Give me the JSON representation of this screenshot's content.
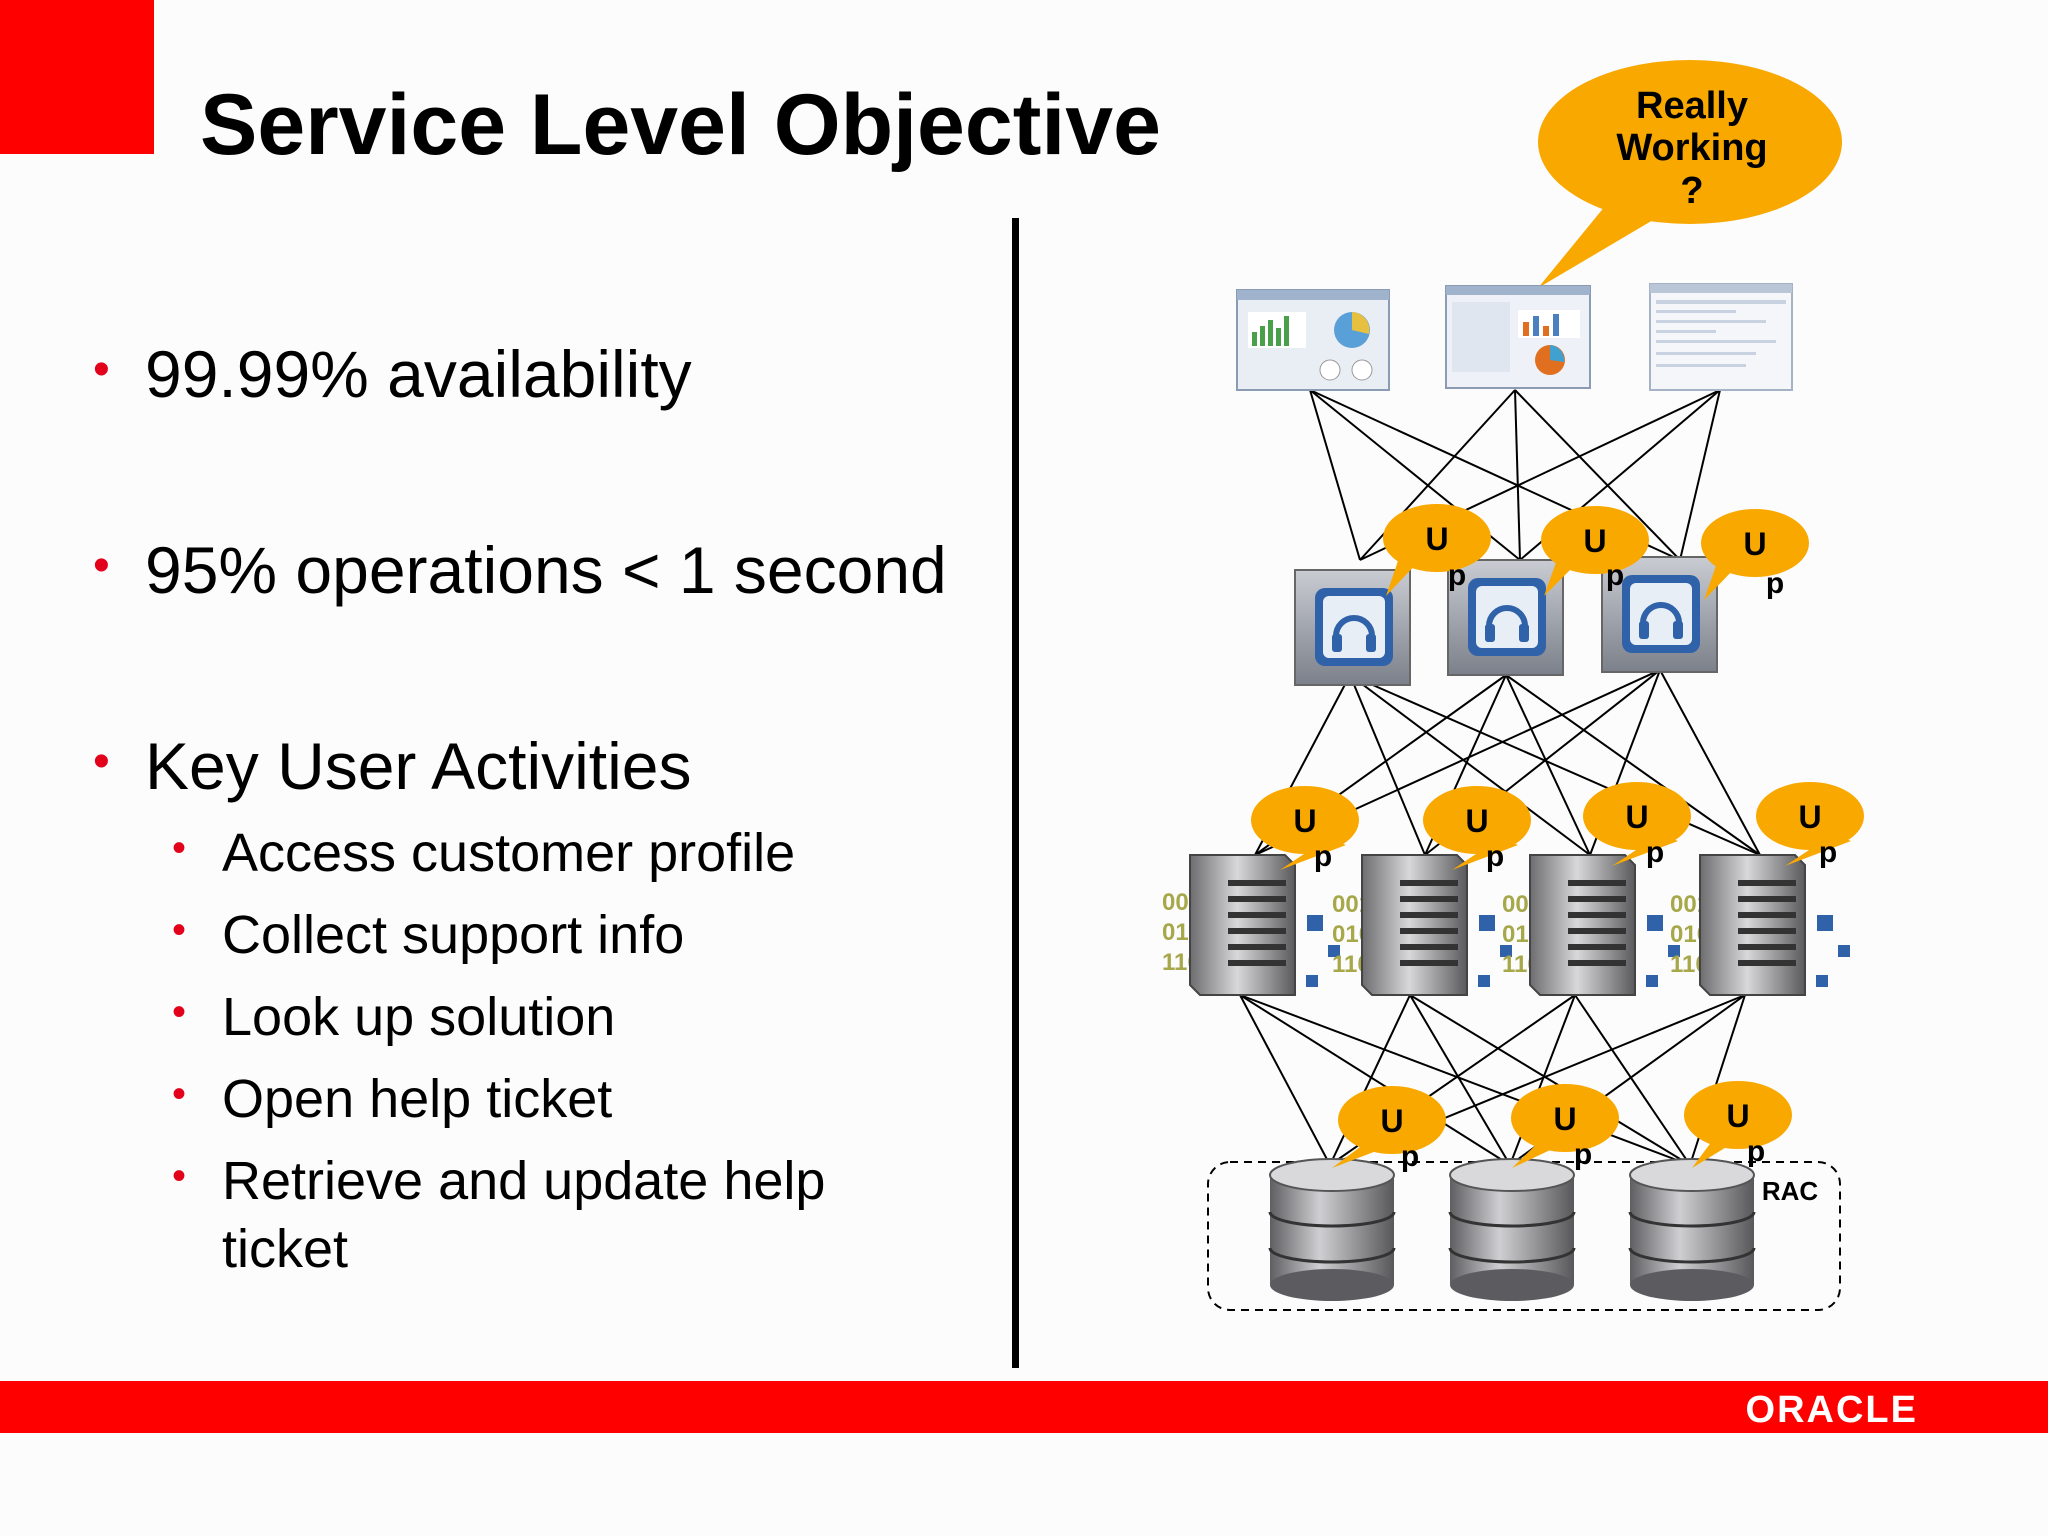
{
  "slide": {
    "title": "Service Level Objective",
    "bullets": [
      "99.99% availability",
      "95% operations < 1 second",
      "Key User Activities"
    ],
    "sub_bullets": [
      "Access customer profile",
      "Collect support info",
      "Look up solution",
      "Open help ticket",
      "Retrieve and update help",
      "ticket"
    ],
    "bullet_glyph": "•"
  },
  "diagram": {
    "speech_bubble": [
      "Really",
      "Working",
      "?"
    ],
    "up_label_top": "U",
    "up_label_bottom": "p",
    "binary_lines": [
      "0010",
      "0101",
      "1101"
    ],
    "cluster_label": "RAC"
  },
  "footer": {
    "logo": "ORACLE"
  },
  "colors": {
    "accent": "#ff0000",
    "bubble": "#f9a800",
    "bullet": "#e2001a"
  }
}
